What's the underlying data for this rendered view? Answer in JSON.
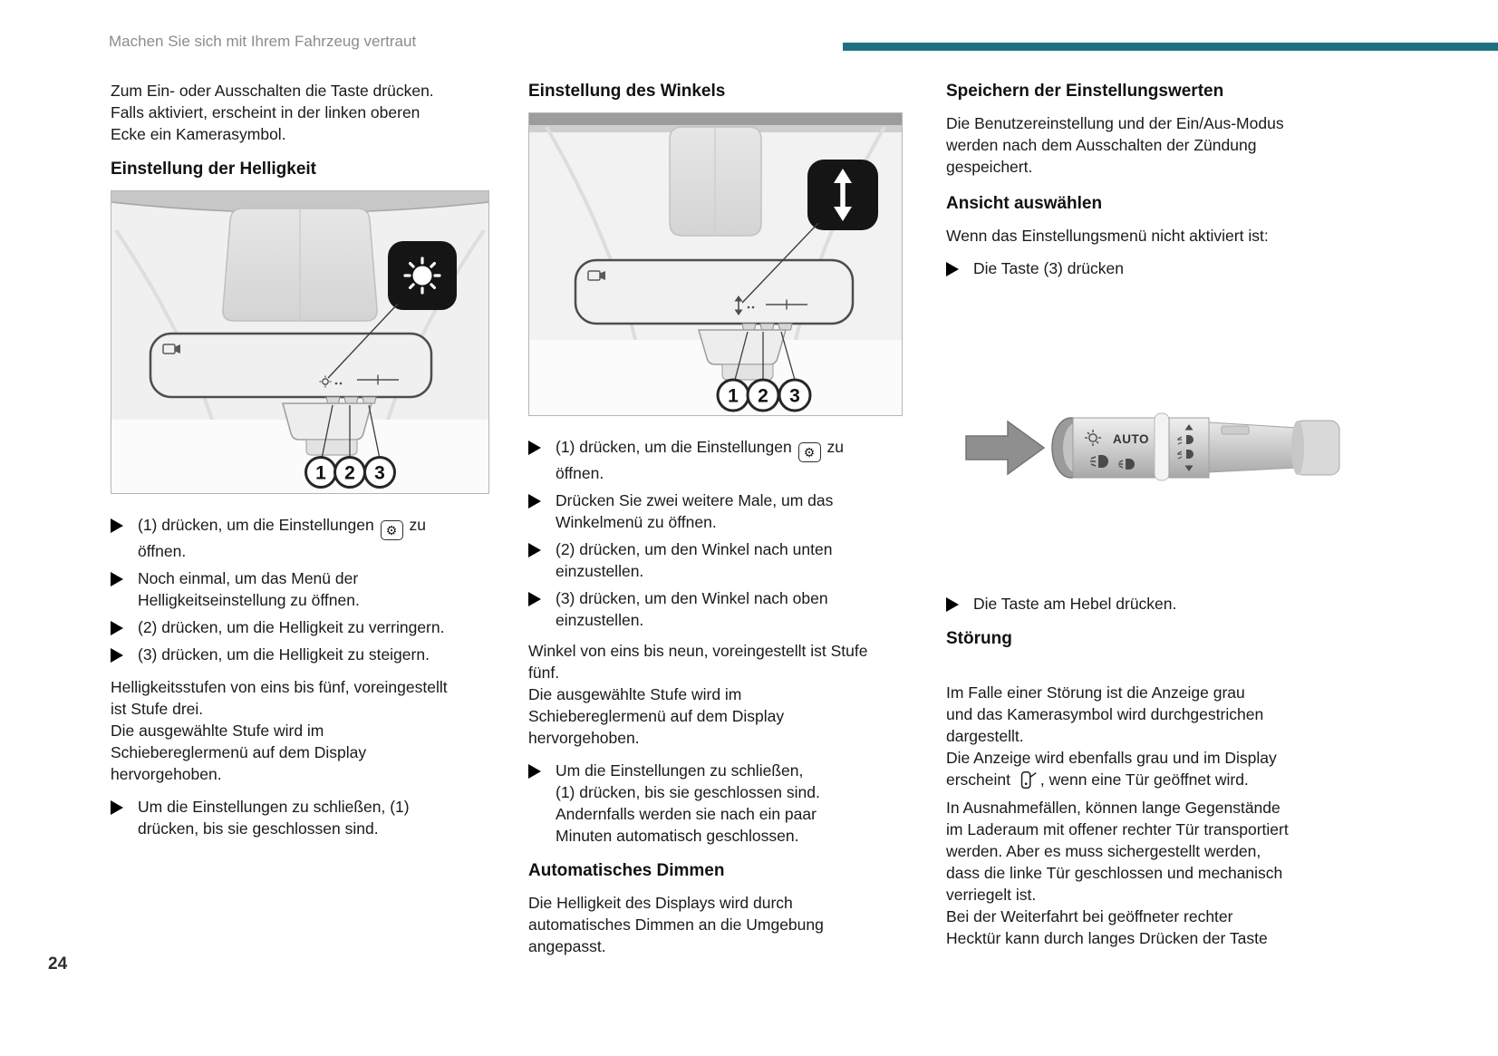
{
  "meta": {
    "accent_color": "#1d7282"
  },
  "header": {
    "title": "Machen Sie sich mit Ihrem Fahrzeug vertraut"
  },
  "footer": {
    "page_number": "24"
  },
  "icons": {
    "gear": "⚙"
  },
  "col1": {
    "intro": "Zum Ein- oder Ausschalten die Taste drücken.\nFalls aktiviert, erscheint in der linken oberen\nEcke ein Kamerasymbol.",
    "heading": "Einstellung der Helligkeit",
    "figure": {
      "labels": [
        "1",
        "2",
        "3"
      ],
      "badge_icon": "brightness-sun-icon"
    },
    "bullets": [
      {
        "pre": "(1) drücken, um die Einstellungen",
        "icon": "gear-icon",
        "post": "zu\nöffnen."
      },
      {
        "text": "Noch einmal, um das Menü der\nHelligkeitseinstellung zu öffnen."
      },
      {
        "text": "(2) drücken, um die Helligkeit zu verringern."
      },
      {
        "text": "(3) drücken, um die Helligkeit zu steigern."
      }
    ],
    "para": "Helligkeitsstufen von eins bis fünf, voreingestellt\nist Stufe drei.\nDie ausgewählte Stufe wird im\nSchiebereglermenü auf dem Display\nhervorgehoben.",
    "closing_bullet": "Um die Einstellungen zu schließen, (1)\ndrücken, bis sie geschlossen sind."
  },
  "col2": {
    "heading": "Einstellung des Winkels",
    "figure": {
      "labels": [
        "1",
        "2",
        "3"
      ],
      "badge_icon": "up-down-arrow-icon"
    },
    "bullets": [
      {
        "pre": "(1) drücken, um die Einstellungen",
        "icon": "gear-icon",
        "post": "zu\nöffnen."
      },
      {
        "text": "Drücken Sie zwei weitere Male, um das\nWinkelmenü zu öffnen."
      },
      {
        "text": "(2) drücken, um den Winkel nach unten\neinzustellen."
      },
      {
        "text": "(3) drücken, um den Winkel nach oben\neinzustellen."
      }
    ],
    "para": "Winkel von eins bis neun, voreingestellt ist Stufe\nfünf.\nDie ausgewählte Stufe wird im\nSchiebereglermenü auf dem Display\nhervorgehoben.",
    "closing_bullet": "Um die Einstellungen zu schließen,\n(1) drücken, bis sie geschlossen sind.\nAndernfalls werden sie nach ein paar\nMinuten automatisch geschlossen.",
    "heading2": "Automatisches Dimmen",
    "para2": "Die Helligkeit des Displays wird durch\nautomatisches Dimmen an die Umgebung\nangepasst."
  },
  "col3": {
    "heading1": "Speichern der Einstellungswerten",
    "para1": "Die Benutzereinstellung und der Ein/Aus-Modus\nwerden nach dem Ausschalten der Zündung\ngespeichert.",
    "heading2": "Ansicht auswählen",
    "para2": "Wenn das Einstellungsmenü nicht aktiviert ist:",
    "bullet1": "Die Taste (3) drücken",
    "figure": {
      "auto_label": "AUTO"
    },
    "bullet2": "Die Taste am Hebel drücken.",
    "heading3": "Störung",
    "fault_before_icon": "Im Falle einer Störung ist die Anzeige grau\nund das Kamerasymbol wird durchgestrichen\ndargestellt.\nDie Anzeige wird ebenfalls grau und im Display\nerscheint ",
    "fault_after_icon": ", wenn eine Tür geöffnet wird.\nIn Ausnahmefällen, können lange Gegenstände\nim Laderaum mit offener rechter Tür transportiert\nwerden. Aber es muss sichergestellt werden,\ndass die linke Tür geschlossen und mechanisch\nverriegelt ist.\nBei der Weiterfahrt bei geöffneter rechter\nHecktür kann durch langes Drücken der Taste"
  }
}
